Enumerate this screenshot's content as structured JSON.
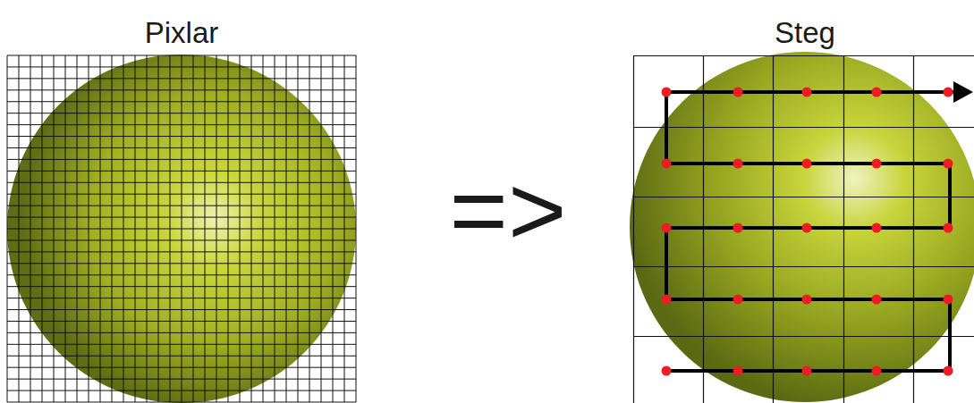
{
  "diagram": {
    "labels": [
      "Pixlar",
      "=>",
      "Steg"
    ]
  }
}
